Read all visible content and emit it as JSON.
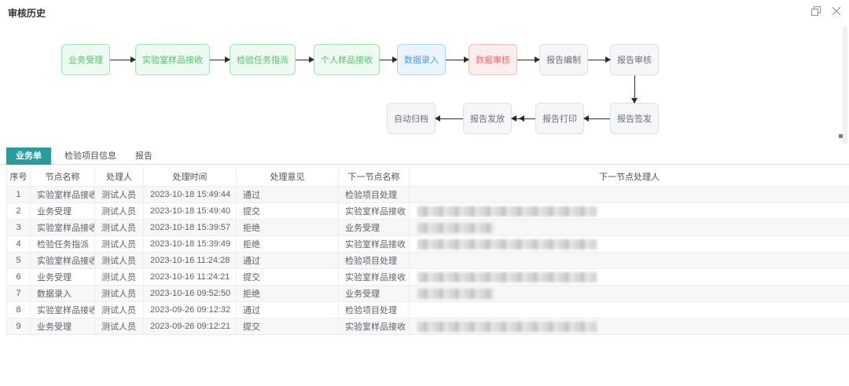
{
  "dialog": {
    "title": "审核历史"
  },
  "window_controls": {
    "icons": [
      "restore-icon",
      "close-icon"
    ]
  },
  "colors": {
    "accent_teal": "#2a9c9c",
    "node_green": "#57c16e",
    "node_blue": "#409eff",
    "node_red": "#f56c6c",
    "node_gray": "#6a6f76",
    "arrow": "#2b2b2b"
  },
  "flow": {
    "nodes": [
      {
        "label": "业务受理",
        "status": "green"
      },
      {
        "label": "实验室样品接收",
        "status": "green"
      },
      {
        "label": "检验任务指派",
        "status": "green"
      },
      {
        "label": "个人样品接收",
        "status": "green"
      },
      {
        "label": "数据录入",
        "status": "blue"
      },
      {
        "label": "数据审核",
        "status": "red"
      },
      {
        "label": "报告编制",
        "status": "gray"
      },
      {
        "label": "报告审核",
        "status": "gray"
      },
      {
        "label": "自动归档",
        "status": "gray"
      },
      {
        "label": "报告发放",
        "status": "gray"
      },
      {
        "label": "报告打印",
        "status": "gray"
      },
      {
        "label": "报告签发",
        "status": "gray"
      }
    ]
  },
  "tabs": [
    {
      "label": "业务单",
      "active": true
    },
    {
      "label": "检验项目信息",
      "active": false
    },
    {
      "label": "报告",
      "active": false
    }
  ],
  "table": {
    "headers": [
      "序号",
      "节点名称",
      "处理人",
      "处理时间",
      "处理意见",
      "下一节点名称",
      "下一节点处理人"
    ],
    "rows": [
      {
        "seq": "1",
        "node": "实验室样品接收",
        "handler": "测试人员",
        "time": "2023-10-18 15:49:44",
        "opinion": "通过",
        "next_node": "检验项目处理",
        "redacted": "none"
      },
      {
        "seq": "2",
        "node": "业务受理",
        "handler": "测试人员",
        "time": "2023-10-18 15:49:40",
        "opinion": "提交",
        "next_node": "实验室样品接收",
        "redacted": "long"
      },
      {
        "seq": "3",
        "node": "实验室样品接收",
        "handler": "测试人员",
        "time": "2023-10-18 15:39:57",
        "opinion": "拒绝",
        "next_node": "业务受理",
        "redacted": "short"
      },
      {
        "seq": "4",
        "node": "检验任务指派",
        "handler": "测试人员",
        "time": "2023-10-18 15:39:49",
        "opinion": "拒绝",
        "next_node": "实验室样品接收",
        "redacted": "long"
      },
      {
        "seq": "5",
        "node": "实验室样品接收",
        "handler": "测试人员",
        "time": "2023-10-16 11:24:28",
        "opinion": "通过",
        "next_node": "检验项目处理",
        "redacted": "none"
      },
      {
        "seq": "6",
        "node": "业务受理",
        "handler": "测试人员",
        "time": "2023-10-16 11:24:21",
        "opinion": "提交",
        "next_node": "实验室样品接收",
        "redacted": "long"
      },
      {
        "seq": "7",
        "node": "数据录入",
        "handler": "测试人员",
        "time": "2023-10-16 09:52:50",
        "opinion": "拒绝",
        "next_node": "业务受理",
        "redacted": "short"
      },
      {
        "seq": "8",
        "node": "实验室样品接收",
        "handler": "测试人员",
        "time": "2023-09-26 09:12:32",
        "opinion": "通过",
        "next_node": "检验项目处理",
        "redacted": "none"
      },
      {
        "seq": "9",
        "node": "业务受理",
        "handler": "测试人员",
        "time": "2023-09-26 09:12:21",
        "opinion": "提交",
        "next_node": "实验室样品接收",
        "redacted": "long"
      }
    ]
  }
}
